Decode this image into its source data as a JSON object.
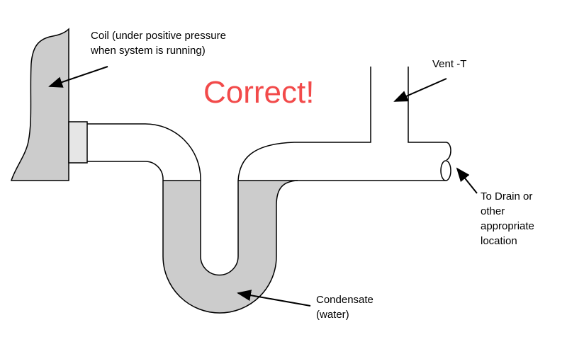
{
  "title": "Correct!",
  "colors": {
    "title": "#f24a4a",
    "fill": "#cccccc",
    "coupling": "#e6e6e6",
    "stroke": "#000000"
  },
  "labels": {
    "coil": "Coil (under positive pressure\nwhen system is running)",
    "vent": "Vent -T",
    "drain": "To Drain or\nother\nappropriate\nlocation",
    "condensate": "Condensate\n(water)"
  },
  "components": [
    "coil",
    "coupling",
    "p-trap",
    "vent-tee",
    "drain-pipe",
    "condensate-water"
  ]
}
